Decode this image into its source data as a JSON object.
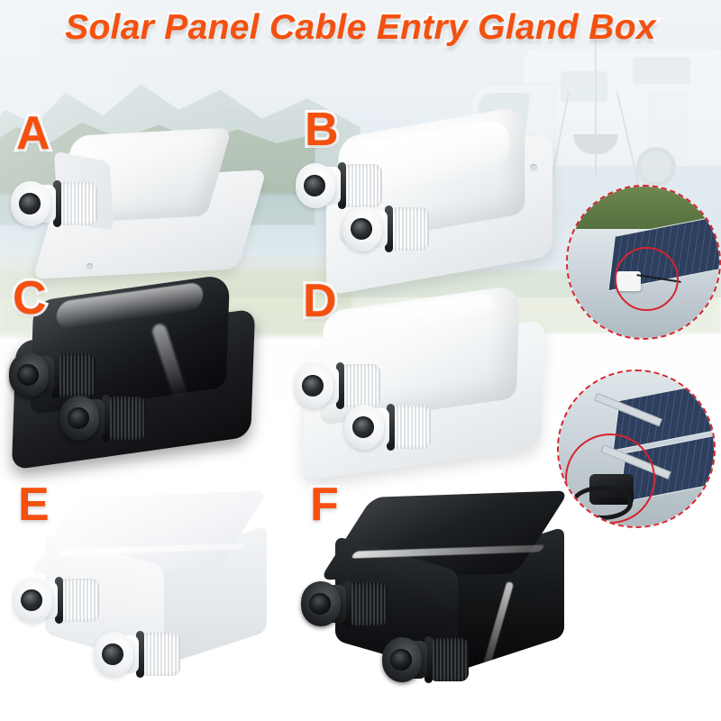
{
  "header": {
    "title": "Solar Panel Cable Entry Gland Box",
    "title_color": "#f4500f",
    "title_outline_color": "#ffffff"
  },
  "products": [
    {
      "label": "A",
      "name": "white-single-gland-wedge-box",
      "color": "white",
      "gland_count": 1,
      "shape": "wedge-flange"
    },
    {
      "label": "B",
      "name": "white-double-gland-dome-box",
      "color": "white",
      "gland_count": 2,
      "shape": "dome-flange"
    },
    {
      "label": "C",
      "name": "black-double-gland-dome-box",
      "color": "black",
      "gland_count": 2,
      "shape": "dome-flange"
    },
    {
      "label": "D",
      "name": "white-double-gland-dome-box-alt",
      "color": "white",
      "gland_count": 2,
      "shape": "dome-flange"
    },
    {
      "label": "E",
      "name": "white-double-gland-rectangular-box",
      "color": "white",
      "gland_count": 2,
      "shape": "rectangular"
    },
    {
      "label": "F",
      "name": "black-double-gland-rectangular-box",
      "color": "black",
      "gland_count": 2,
      "shape": "rectangular"
    }
  ],
  "insets": [
    {
      "name": "rv-roof-solar-install",
      "description": "White gland box mounted on RV roof beside solar panel",
      "highlight_color": "#d6232e"
    },
    {
      "name": "solar-panel-mount-install",
      "description": "Black gland box with cables at solar panel mounting rail",
      "highlight_color": "#d6232e"
    }
  ],
  "background": {
    "scene": "lake-mountain-landscape-with-motorhome",
    "vehicle": "white-motorhome-rv"
  }
}
